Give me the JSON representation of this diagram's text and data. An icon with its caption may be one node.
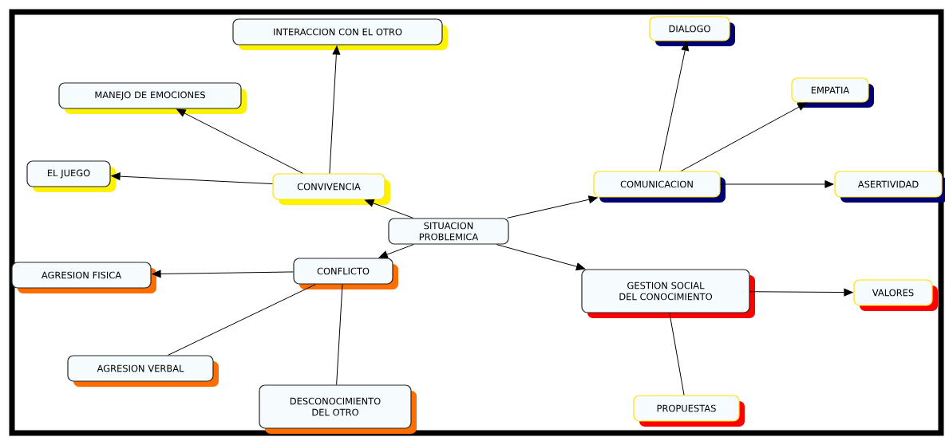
{
  "diagram": {
    "nodes": [
      {
        "text": [
          "INTERACCION CON EL OTRO"
        ]
      },
      {
        "text": [
          "DIALOGO"
        ]
      },
      {
        "text": [
          "MANEJO DE EMOCIONES"
        ]
      },
      {
        "text": [
          "EMPATIA"
        ]
      },
      {
        "text": [
          "EL JUEGO"
        ]
      },
      {
        "text": [
          "CONVIVENCIA"
        ]
      },
      {
        "text": [
          "COMUNICACION"
        ]
      },
      {
        "text": [
          "ASERTIVIDAD"
        ]
      },
      {
        "text": [
          "SITUACION PROBLEMICA"
        ]
      },
      {
        "text": [
          "AGRESION FISICA"
        ]
      },
      {
        "text": [
          "CONFLICTO"
        ]
      },
      {
        "text": [
          "GESTION SOCIAL DEL CONOCIMIENTO"
        ]
      },
      {
        "text": [
          "VALORES"
        ]
      },
      {
        "text": [
          "AGRESION VERBAL"
        ]
      },
      {
        "text": [
          "DESCONOCIMIENTO DEL OTRO"
        ]
      },
      {
        "text": [
          "PROPUESTAS"
        ]
      }
    ],
    "edges": [
      {
        "from": 8,
        "to": 5,
        "arrow": "to"
      },
      {
        "from": 8,
        "to": 10,
        "arrow": "to"
      },
      {
        "from": 8,
        "to": 6,
        "arrow": "to"
      },
      {
        "from": 8,
        "to": 11,
        "arrow": "to"
      },
      {
        "from": 5,
        "to": 0,
        "arrow": "to"
      },
      {
        "from": 5,
        "to": 2,
        "arrow": "to"
      },
      {
        "from": 5,
        "to": 4,
        "arrow": "to"
      },
      {
        "from": 6,
        "to": 1,
        "arrow": "to"
      },
      {
        "from": 6,
        "to": 3,
        "arrow": "to"
      },
      {
        "from": 6,
        "to": 7,
        "arrow": "to"
      },
      {
        "from": 10,
        "to": 9,
        "arrow": "to"
      },
      {
        "from": 10,
        "to": 13,
        "arrow": "none"
      },
      {
        "from": 10,
        "to": 14,
        "arrow": "none"
      },
      {
        "from": 11,
        "to": 12,
        "arrow": "to"
      },
      {
        "from": 11,
        "to": 15,
        "arrow": "none"
      }
    ]
  }
}
